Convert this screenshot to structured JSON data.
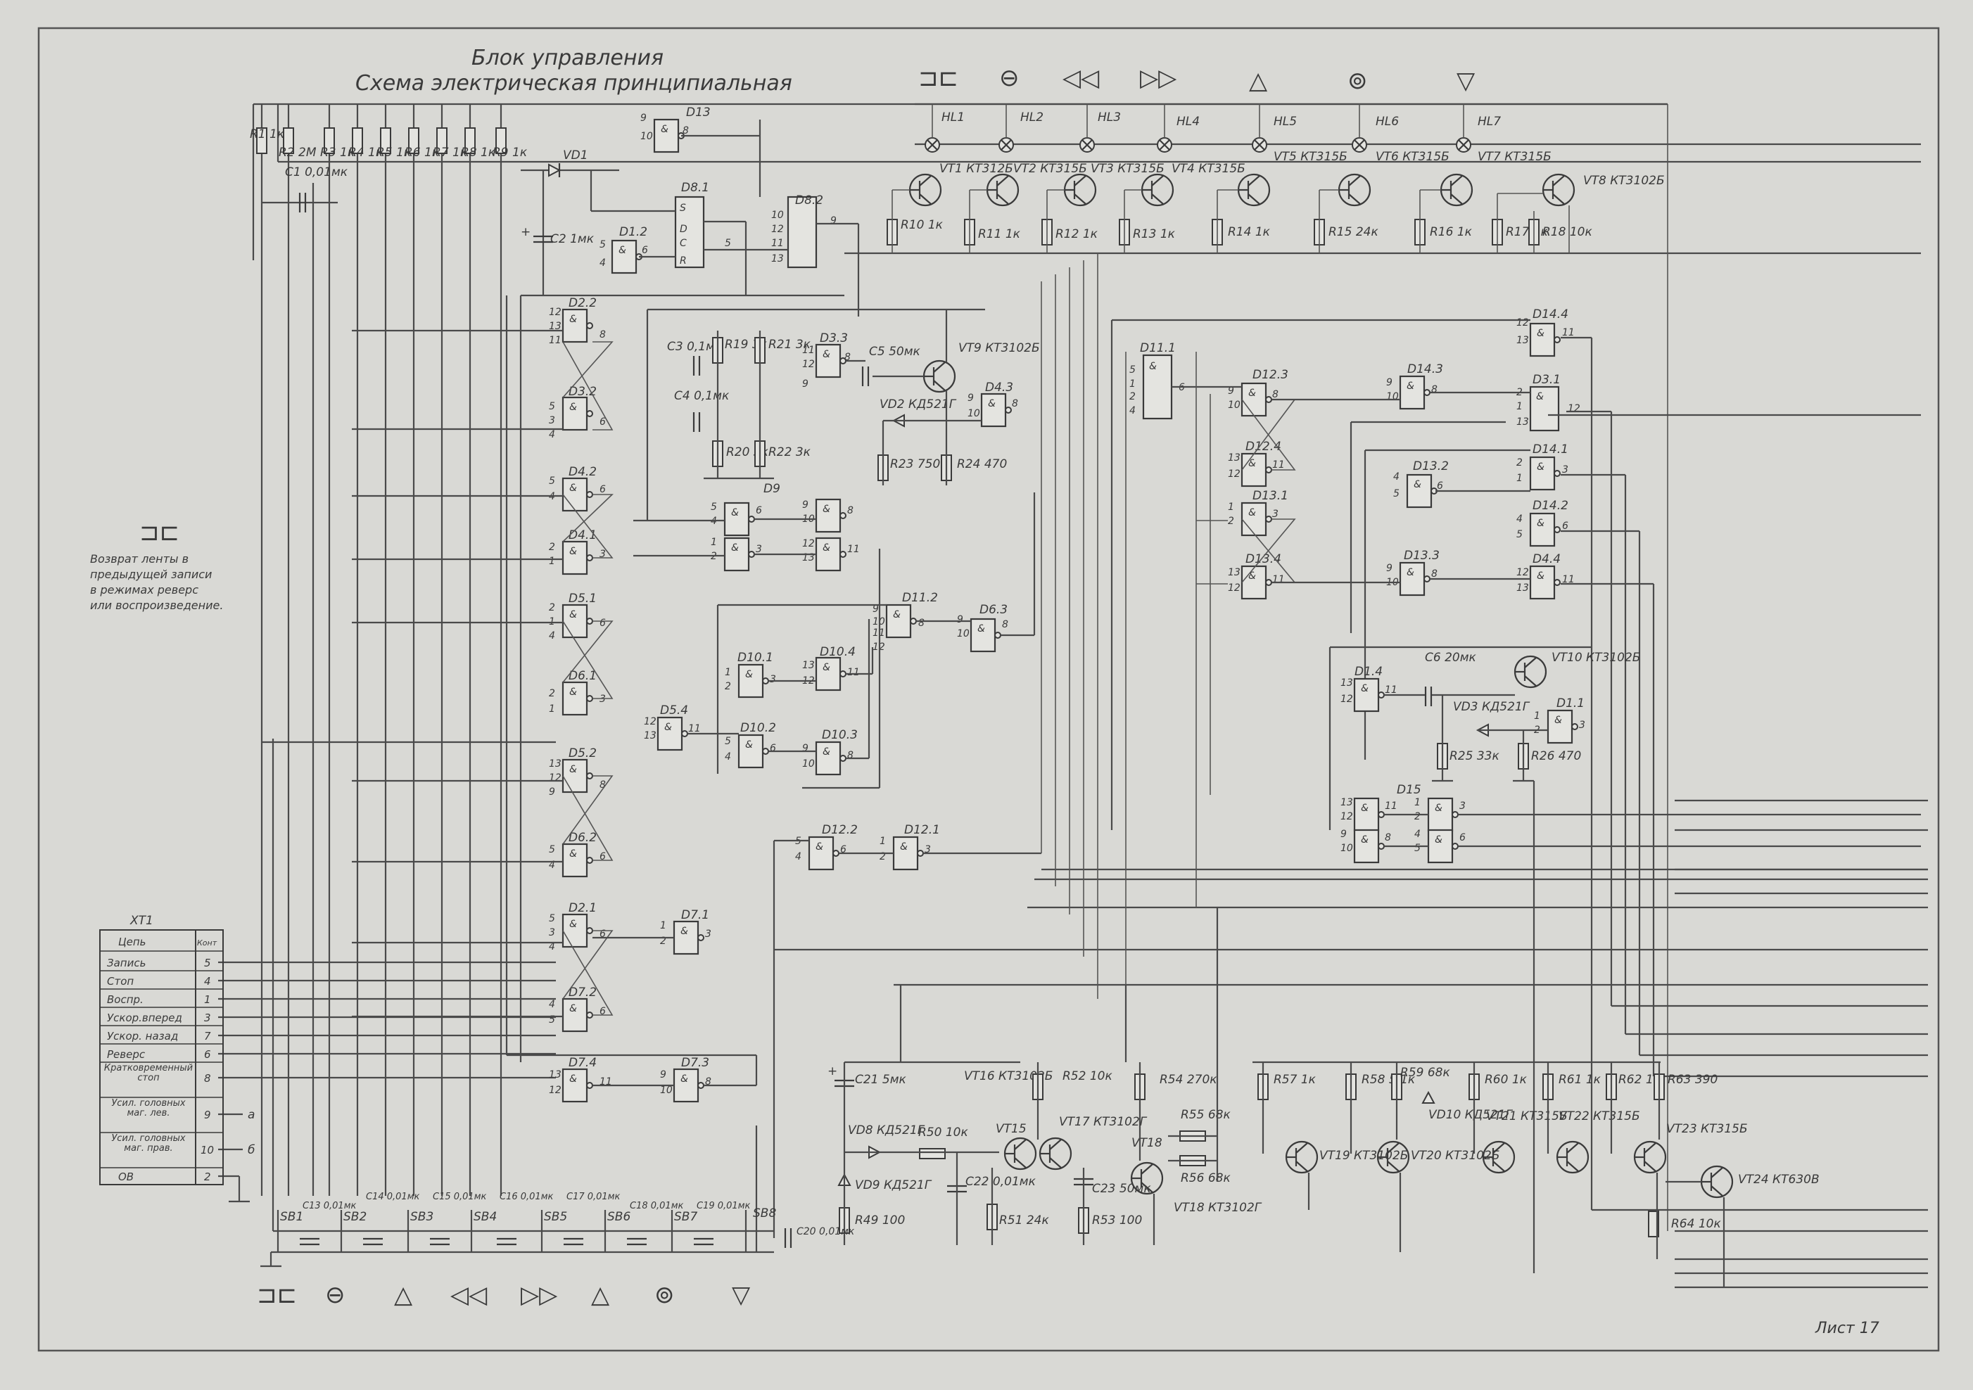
{
  "title_line1": "Блок управления",
  "title_line2": "Схема электрическая принципиальная",
  "sheet_label": "Лист 17",
  "note": {
    "symbol": "⊐⊏",
    "lines": [
      "Возврат ленты в",
      "предыдущей записи",
      "в режимах реверс",
      "или воспроизведение."
    ]
  },
  "xt1": {
    "name": "XT1",
    "header": [
      "Цепь",
      "Конт"
    ],
    "rows": [
      {
        "circuit": "Запись",
        "pin": "5"
      },
      {
        "circuit": "Стоп",
        "pin": "4"
      },
      {
        "circuit": "Воспр.",
        "pin": "1"
      },
      {
        "circuit": "Ускор.вперед",
        "pin": "3"
      },
      {
        "circuit": "Ускор. назад",
        "pin": "7"
      },
      {
        "circuit": "Реверс",
        "pin": "6"
      },
      {
        "circuit": "Кратковременный стоп",
        "pin": "8"
      },
      {
        "circuit": "Усил. головных маг. лев.",
        "pin": "9"
      },
      {
        "circuit": "Усил. головных маг. прав.",
        "pin": "10"
      },
      {
        "circuit": "ОВ",
        "pin": "2"
      }
    ],
    "out_a": "а",
    "out_b": "б"
  },
  "top_symbols": [
    "⊐⊏",
    "⊖",
    "◁◁",
    "▷▷",
    "△",
    "⊚",
    "▽"
  ],
  "bottom_symbols": [
    "⊐⊏",
    "⊖",
    "△",
    "◁◁",
    "▷▷",
    "△",
    "⊚",
    "▽"
  ],
  "resistors_top": [
    "R1 1к",
    "R2 2М",
    "R3 1к",
    "R4 1к",
    "R5 1к",
    "R6 1к",
    "R7 1к",
    "R8 1к",
    "R9 1к"
  ],
  "c1": "C1 0,01мк",
  "c2": "C2 1мк",
  "vd1": "VD1",
  "gates": {
    "d13": "D13",
    "d81": "D8.1",
    "d12": "D1.2",
    "d82": "D8.2",
    "d22": "D2.2",
    "d32": "D3.2",
    "d42": "D4.2",
    "d41": "D4.1",
    "d51": "D5.1",
    "d61": "D6.1",
    "d52": "D5.2",
    "d62": "D6.2",
    "d21": "D2.1",
    "d72": "D7.2",
    "d74": "D7.4",
    "d73": "D7.3",
    "d71": "D7.1",
    "d33": "D3.3",
    "d43": "D4.3",
    "d9": "D9",
    "d54": "D5.4",
    "d112": "D11.2",
    "d63": "D6.3",
    "d101": "D10.1",
    "d104": "D10.4",
    "d102": "D10.2",
    "d103": "D10.3",
    "d122": "D12.2",
    "d121": "D12.1",
    "d111": "D11.1",
    "d123": "D12.3",
    "d124": "D12.4",
    "d131": "D13.1",
    "d134": "D13.4",
    "d143": "D14.3",
    "d132": "D13.2",
    "d133": "D13.3",
    "d144": "D14.4",
    "d31": "D3.1",
    "d141": "D14.1",
    "d142": "D14.2",
    "d44": "D4.4",
    "d14": "D1.4",
    "d11": "D1.1",
    "d15": "D15"
  },
  "top_transistors": [
    {
      "hl": "HL1",
      "vt": "VT1 КТ312Б",
      "r": "R10 1к"
    },
    {
      "hl": "HL2",
      "vt": "VT2 КТ315Б",
      "r": "R11 1к"
    },
    {
      "hl": "HL3",
      "vt": "VT3 КТ315Б",
      "r": "R12 1к"
    },
    {
      "hl": "HL4",
      "vt": "VT4 КТ315Б",
      "r": "R13 1к"
    },
    {
      "hl": "HL5",
      "vt": "VT5 КТ315Б",
      "r": "R14 1к"
    },
    {
      "hl": "HL6",
      "vt": "VT6 КТ315Б",
      "r": "R15 24к"
    },
    {
      "hl": "HL7",
      "vt": "VT7 КТ315Б",
      "r": "R16 1к"
    }
  ],
  "vt8": "VT8 КТ3102Б",
  "r17": "R17 1к",
  "r18": "R18 10к",
  "mid": {
    "c3": "C3 0,1мк",
    "c4": "C4 0,1мк",
    "r19": "R19 3к",
    "r21": "R21 3к",
    "r20": "R20 3к",
    "r22": "R22 3к",
    "c5": "C5 50мк",
    "vd2": "VD2 КД521Г",
    "r23": "R23 750к",
    "r24": "R24 470",
    "vt9": "VT9 КТ3102Б"
  },
  "right": {
    "c6": "C6 20мк",
    "vt10": "VT10 КТ3102Б",
    "vd3": "VD3 КД521Г",
    "r25": "R25 33к",
    "r26": "R26 470"
  },
  "bottom": {
    "c21": "C21 5мк",
    "vd8": "VD8 КД521Г",
    "vd9": "VD9 КД521Г",
    "r49": "R49 100",
    "r50": "R50 10к",
    "c22": "C22 0,01мк",
    "vt16": "VT16 КТ3102Б",
    "vt15": "VT15",
    "vt17": "VT17 КТ3102Г",
    "r51": "R51 24к",
    "r52": "R52 10к",
    "c23": "C23 50мк",
    "r53": "R53 100",
    "vt18": "VT18",
    "r54": "R54 270к",
    "r55": "R55 68к",
    "r56": "R56 68к",
    "vt18b": "VT18 КТ3102Г",
    "r57": "R57 1к",
    "vt19": "VT19 КТ3102Б",
    "r58": "R58 5,1к",
    "r59": "R59 68к",
    "vd10": "VD10 КД521Г",
    "vt20": "VT20 КТ3102Б",
    "r60": "R60 1к",
    "vt21": "VT21 КТ315Б",
    "r61": "R61 1к",
    "vt22": "VT22 КТ315Б",
    "r62": "R62 1к",
    "r63": "R63 390",
    "vt23": "VT23 КТ315Б",
    "vt24": "VT24 КТ630В",
    "r64": "R64 10к"
  },
  "switches": [
    "SB1",
    "SB2",
    "SB3",
    "SB4",
    "SB5",
    "SB6",
    "SB7",
    "SB8"
  ],
  "switch_caps": [
    "C13 0,01мк",
    "C14 0,01мк",
    "C15 0,01мк",
    "C16 0,01мк",
    "C17 0,01мк",
    "C18 0,01мк",
    "C19 0,01мк"
  ],
  "c20": "C20 0,01мк",
  "colors": {
    "paper": "#d9d9d5",
    "ink": "#3a3a3a"
  }
}
